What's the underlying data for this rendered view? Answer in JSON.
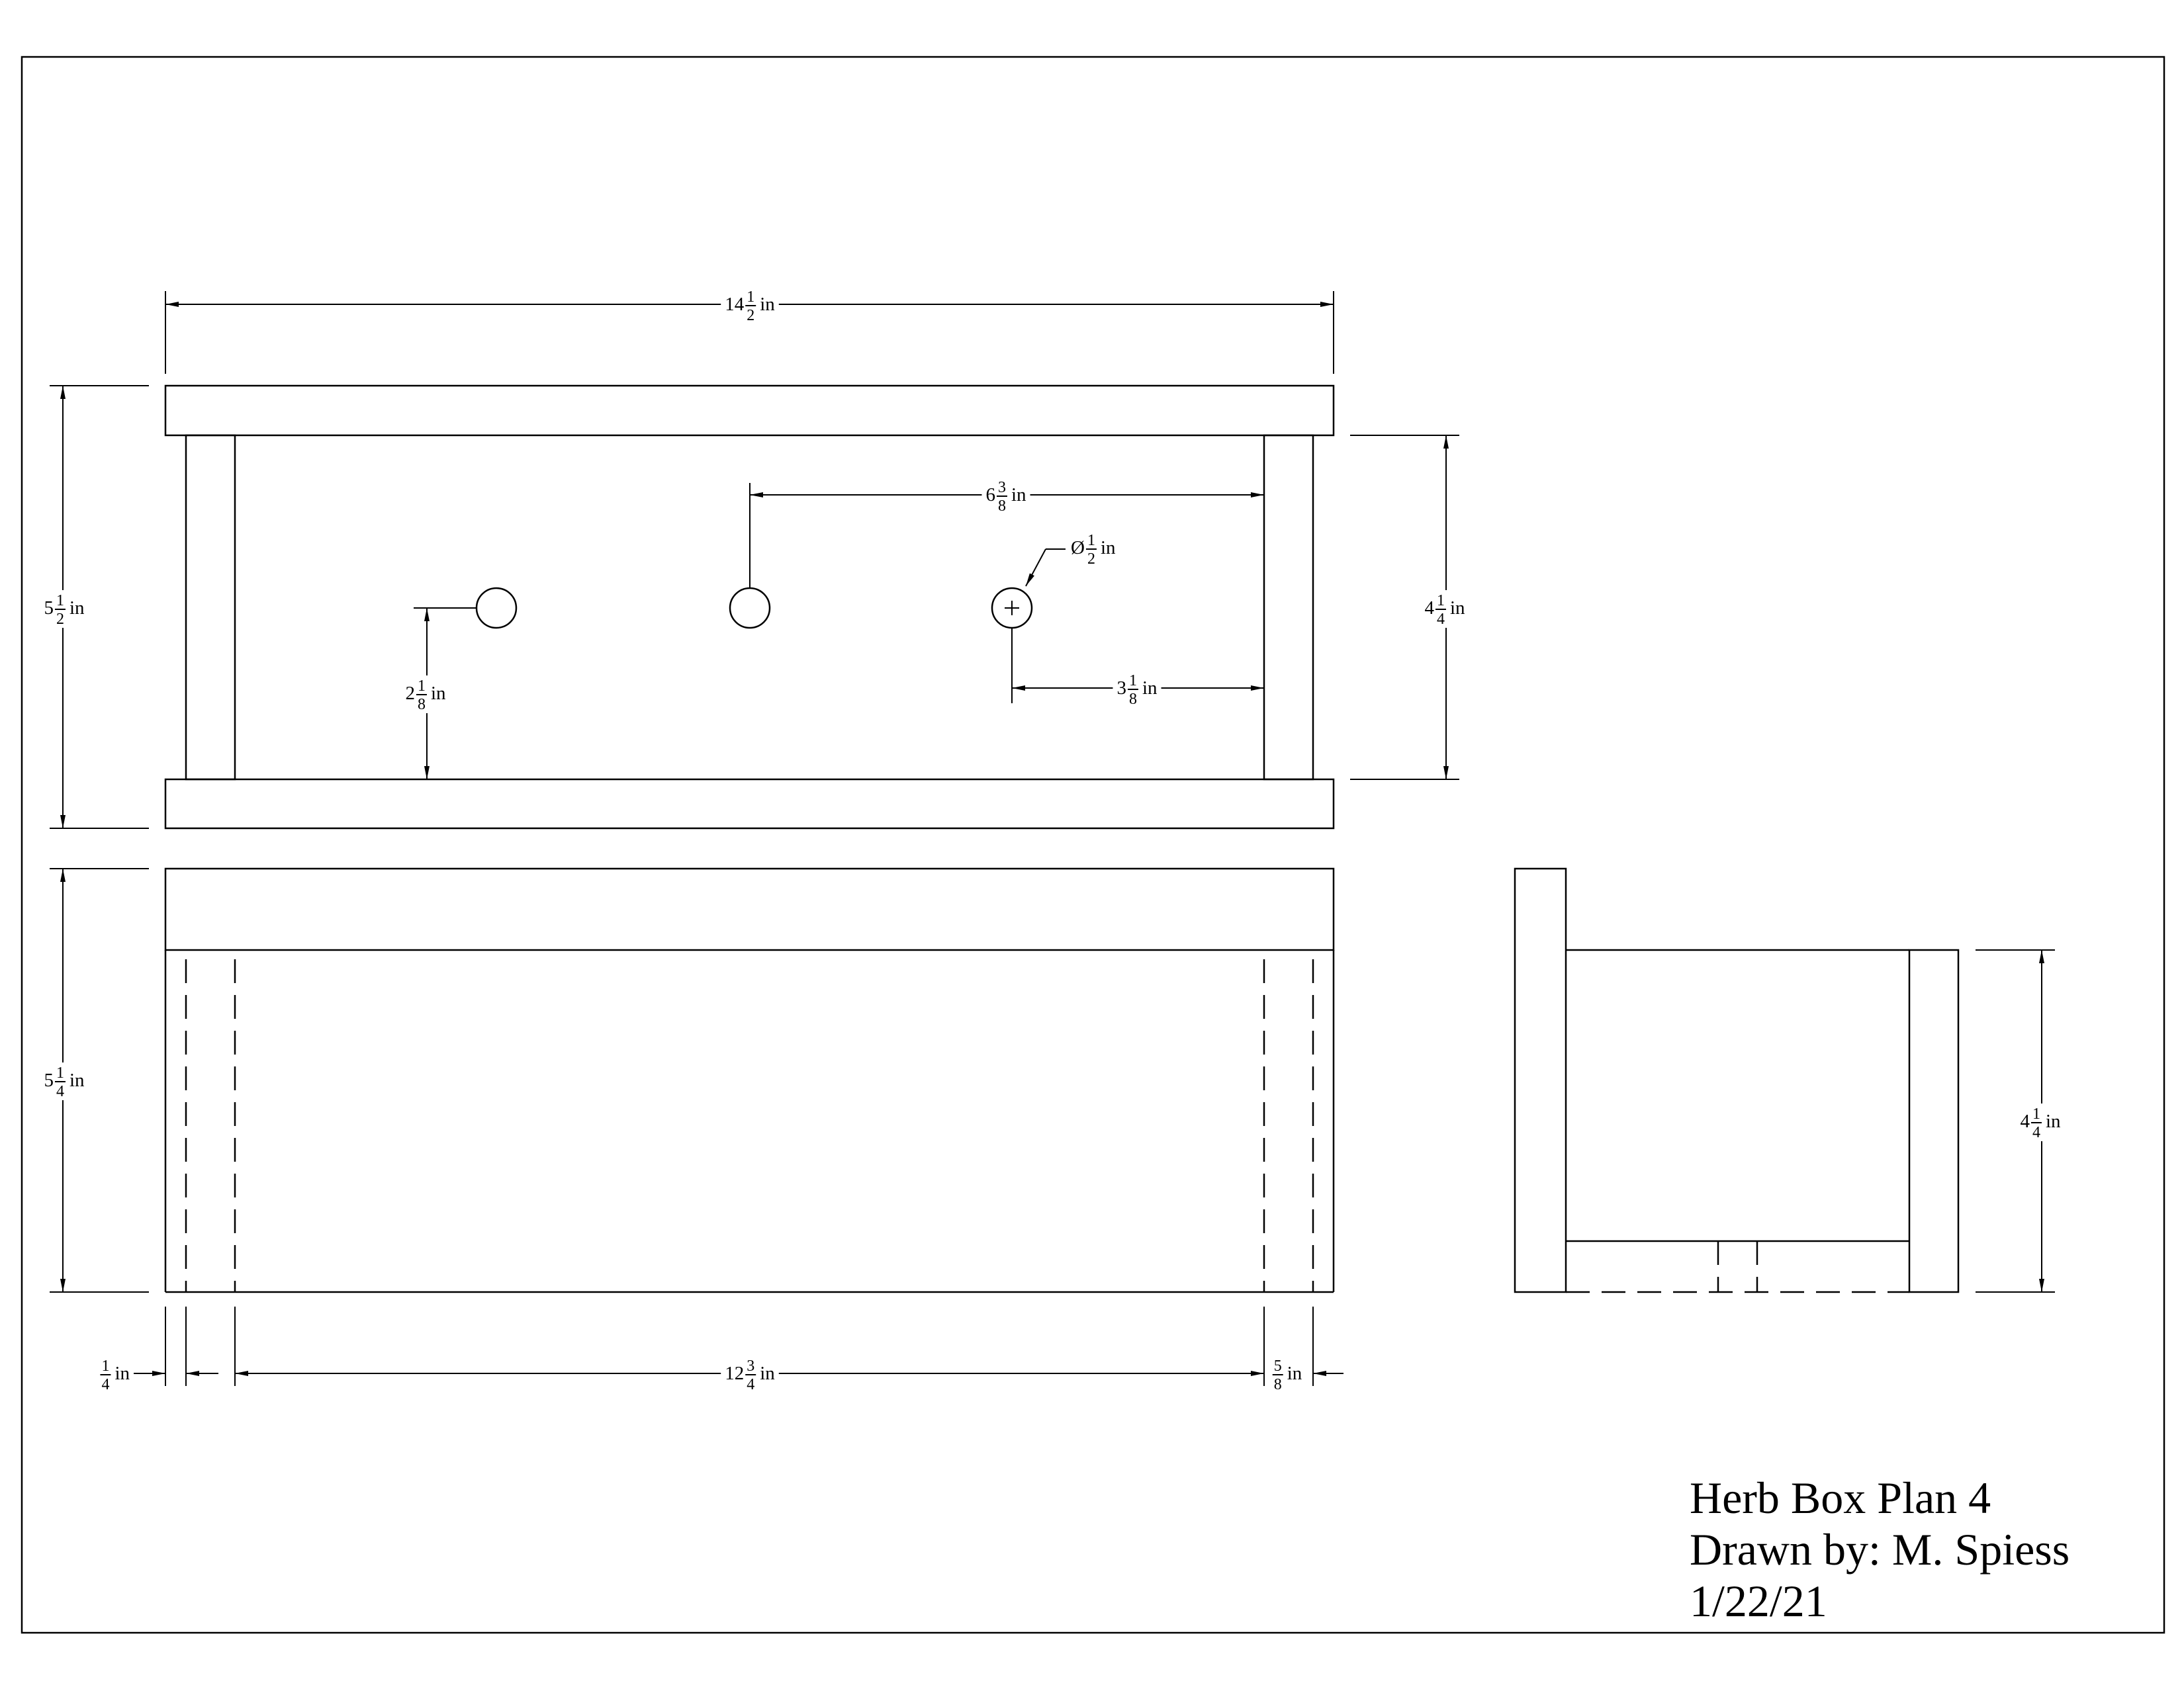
{
  "title_block": {
    "title": "Herb Box Plan 4",
    "drawn_by": "Drawn by: M. Spiess",
    "date": "1/22/21"
  },
  "dimensions": {
    "overall_length": {
      "whole": "14",
      "num": "1",
      "den": "2",
      "unit": "in"
    },
    "top_view_height": {
      "whole": "5",
      "num": "1",
      "den": "2",
      "unit": "in"
    },
    "inner_height": {
      "whole": "4",
      "num": "1",
      "den": "4",
      "unit": "in"
    },
    "hole_spacing": {
      "whole": "6",
      "num": "3",
      "den": "8",
      "unit": "in"
    },
    "hole_diameter": {
      "prefix": "Ø",
      "whole": "",
      "num": "1",
      "den": "2",
      "unit": "in"
    },
    "hole_edge_offset": {
      "whole": "3",
      "num": "1",
      "den": "8",
      "unit": "in"
    },
    "hole_bottom_offset": {
      "whole": "2",
      "num": "1",
      "den": "8",
      "unit": "in"
    },
    "front_view_height": {
      "whole": "5",
      "num": "1",
      "den": "4",
      "unit": "in"
    },
    "end_gap": {
      "whole": "",
      "num": "1",
      "den": "4",
      "unit": "in"
    },
    "inner_length": {
      "whole": "12",
      "num": "3",
      "den": "4",
      "unit": "in"
    },
    "side_thickness": {
      "whole": "",
      "num": "5",
      "den": "8",
      "unit": "in"
    },
    "side_view_height": {
      "whole": "4",
      "num": "1",
      "den": "4",
      "unit": "in"
    }
  }
}
